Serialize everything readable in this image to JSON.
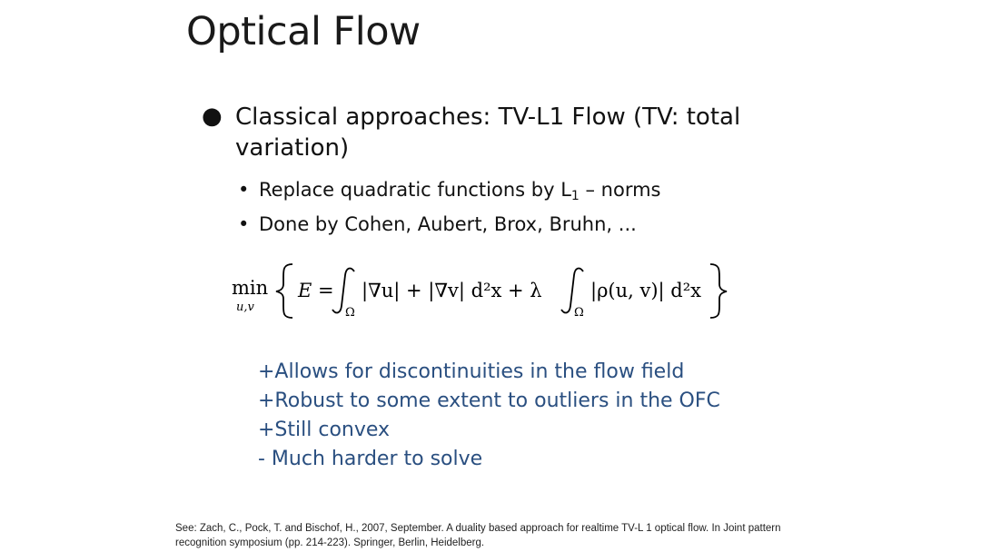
{
  "slide": {
    "title": "Optical Flow",
    "main_bullet": "Classical approaches: TV-L1 Flow (TV: total variation)",
    "sub_bullets": {
      "item1_prefix": "Replace quadratic functions by L",
      "item1_subscript": "1",
      "item1_suffix": " – norms",
      "item2": "Done by Cohen, Aubert, Brox, Bruhn, ..."
    },
    "formula": {
      "min_label": "min",
      "min_subscript": "u,v",
      "lhs": "E =",
      "term1": "|∇u| + |∇v|  d²x + λ",
      "term2": "|ρ(u, v)|  d²x",
      "domain": "Ω"
    },
    "pros_cons": [
      "+Allows for discontinuities in the flow field",
      "+Robust to some extent to outliers in the OFC",
      "+Still convex",
      "- Much harder to solve"
    ],
    "reference": {
      "line1": "See: Zach, C., Pock, T. and Bischof, H., 2007, September. A duality based approach for realtime TV-L 1 optical flow. In Joint pattern",
      "line2": "recognition symposium (pp. 214-223). Springer, Berlin, Heidelberg."
    },
    "colors": {
      "title": "#1a1a1a",
      "pros_text": "#2a4f80"
    }
  }
}
